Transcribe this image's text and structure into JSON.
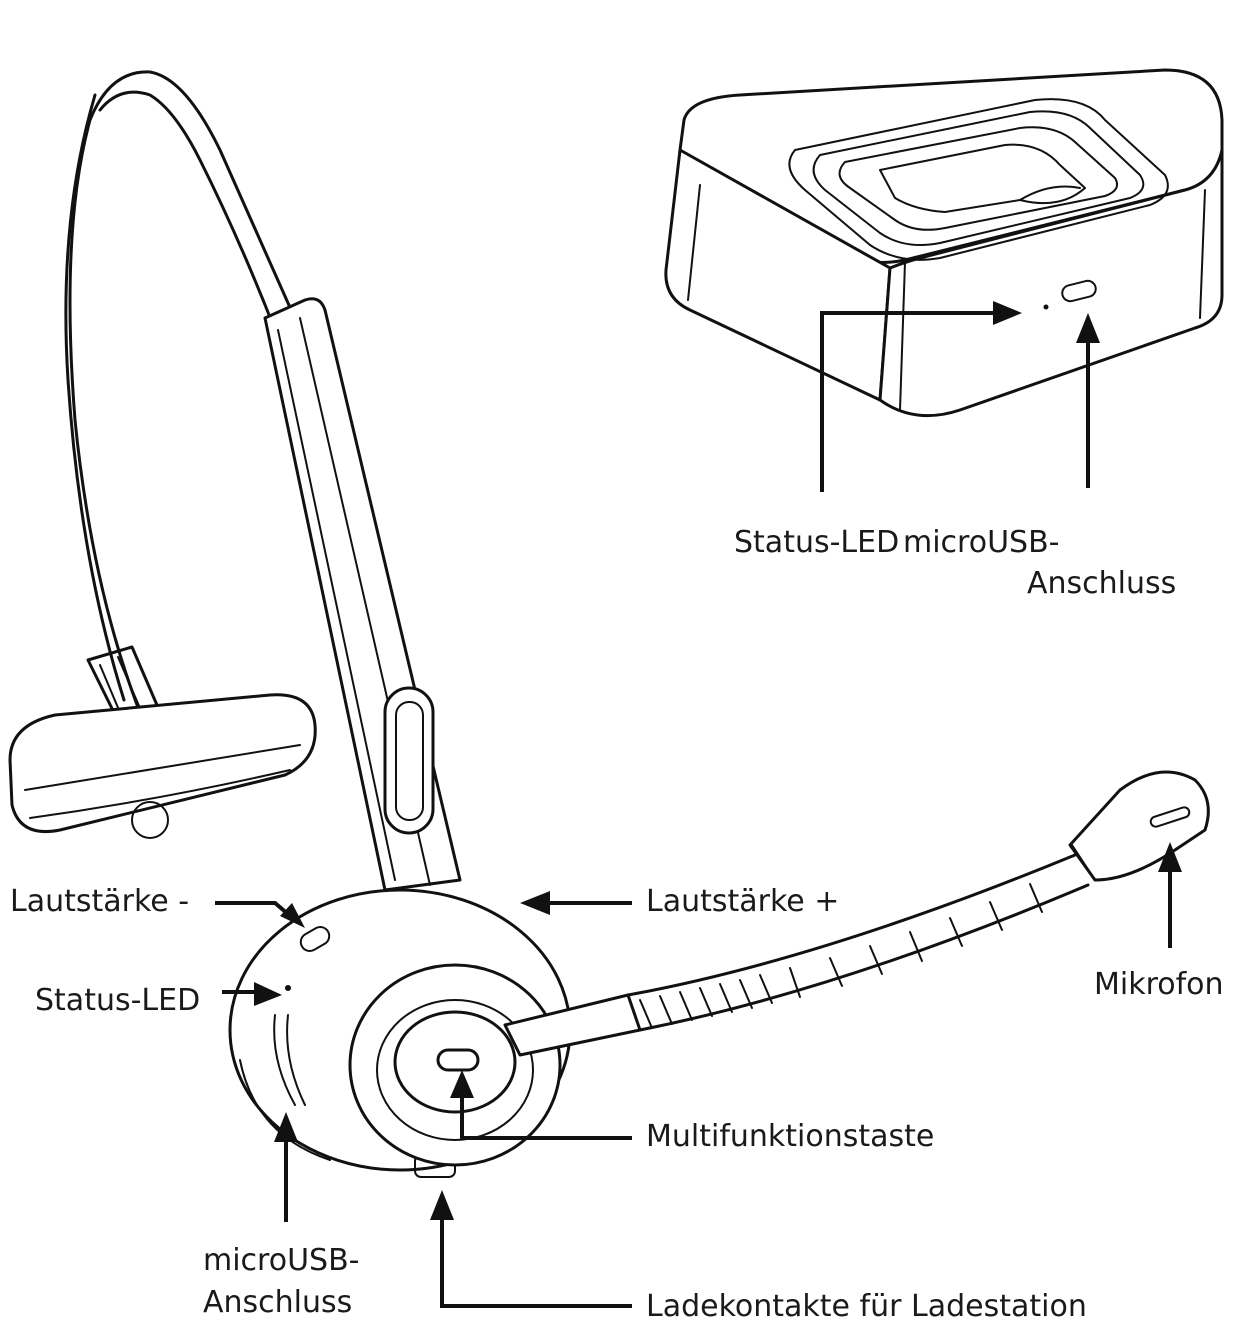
{
  "labels": {
    "volume_minus": "Lautstärke -",
    "volume_plus": "Lautstärke +",
    "status_led_headset": "Status-LED",
    "microphone": "Mikrofon",
    "multifunction_button": "Multifunktionstaste",
    "micro_usb_headset_line1": "microUSB-",
    "micro_usb_headset_line2": "Anschluss",
    "charging_contacts": "Ladekontakte für Ladestation",
    "status_led_station": "Status-LED",
    "micro_usb_station_line1": "microUSB-",
    "micro_usb_station_line2": "Anschluss"
  },
  "colors": {
    "line": "#111111",
    "background": "#ffffff"
  }
}
